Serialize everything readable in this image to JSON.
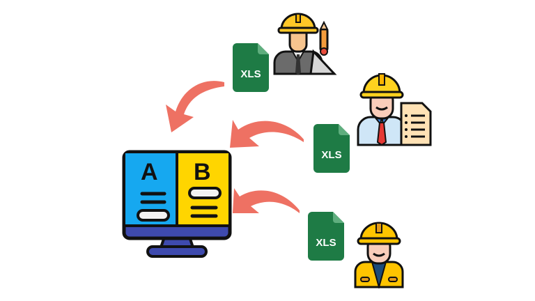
{
  "diagram": {
    "description": "Engineers send XLS files to a computer showing A/B comparison",
    "computer": {
      "panel_a_letter": "A",
      "panel_b_letter": "B",
      "colors": {
        "panel_a": "#16A8F0",
        "panel_b": "#FFD500",
        "bezel": "#3E4AAE",
        "outline": "#111111"
      }
    },
    "files": [
      {
        "label": "XLS",
        "color": "#1E7B45",
        "fold_color": "#5FAE7E"
      },
      {
        "label": "XLS",
        "color": "#1E7B45",
        "fold_color": "#5FAE7E"
      },
      {
        "label": "XLS",
        "color": "#1E7B45",
        "fold_color": "#5FAE7E"
      }
    ],
    "arrow_color": "#EE7163",
    "people": [
      {
        "role": "engineer-with-pencil-and-triangle"
      },
      {
        "role": "engineer-with-document"
      },
      {
        "role": "worker-in-yellow-jacket"
      }
    ]
  }
}
